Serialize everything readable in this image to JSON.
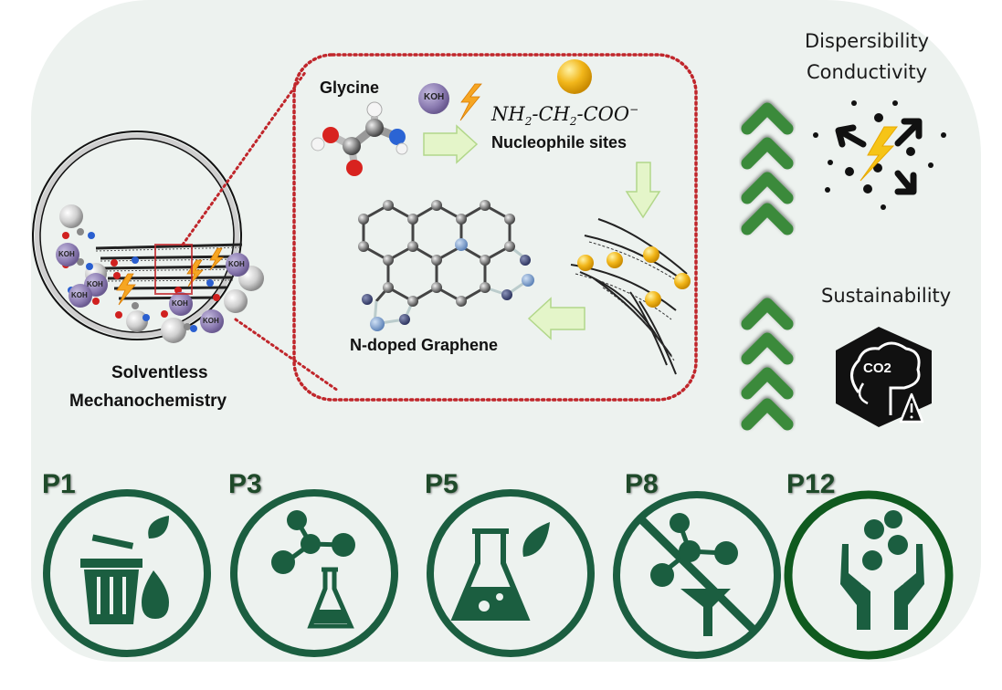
{
  "figure": {
    "left_section": {
      "caption_line1": "Solventless",
      "caption_line2": "Mechanochemistry",
      "reagent_labels": [
        "KOH",
        "KOH",
        "KOH",
        "KOH",
        "KOH",
        "KOH"
      ]
    },
    "zoom_box": {
      "glycine_label": "Glycine",
      "koh_label": "KOH",
      "formula": {
        "part1": "NH",
        "sub1": "2",
        "part2": "-CH",
        "sub2": "2",
        "part3": "-COO",
        "sup": "−"
      },
      "nucleophile_label": "Nucleophile sites",
      "product_label": "N-doped Graphene"
    },
    "right_section": {
      "property1": "Dispersibility",
      "property2": "Conductivity",
      "property3": "Sustainability",
      "co2_label": "CO2"
    },
    "principles": [
      {
        "id": "P1",
        "icon": "waste-bin-leaf-drop-icon"
      },
      {
        "id": "P3",
        "icon": "molecule-flask-icon"
      },
      {
        "id": "P5",
        "icon": "flask-leaf-icon"
      },
      {
        "id": "P8",
        "icon": "no-derivatives-icon"
      },
      {
        "id": "P12",
        "icon": "hands-safety-icon"
      }
    ],
    "colors": {
      "panel_bg": "#edf2ef",
      "principle_green": "#1b5e40",
      "chevron_green": "#3a8a3a",
      "dotted_red": "#c0262b",
      "arrow_fill": "#e4f5c9",
      "koh_purple": "#8a7ab0",
      "sphere_gold": "#f2b71b",
      "nitrogen_blue": "#7fa4d6"
    }
  }
}
